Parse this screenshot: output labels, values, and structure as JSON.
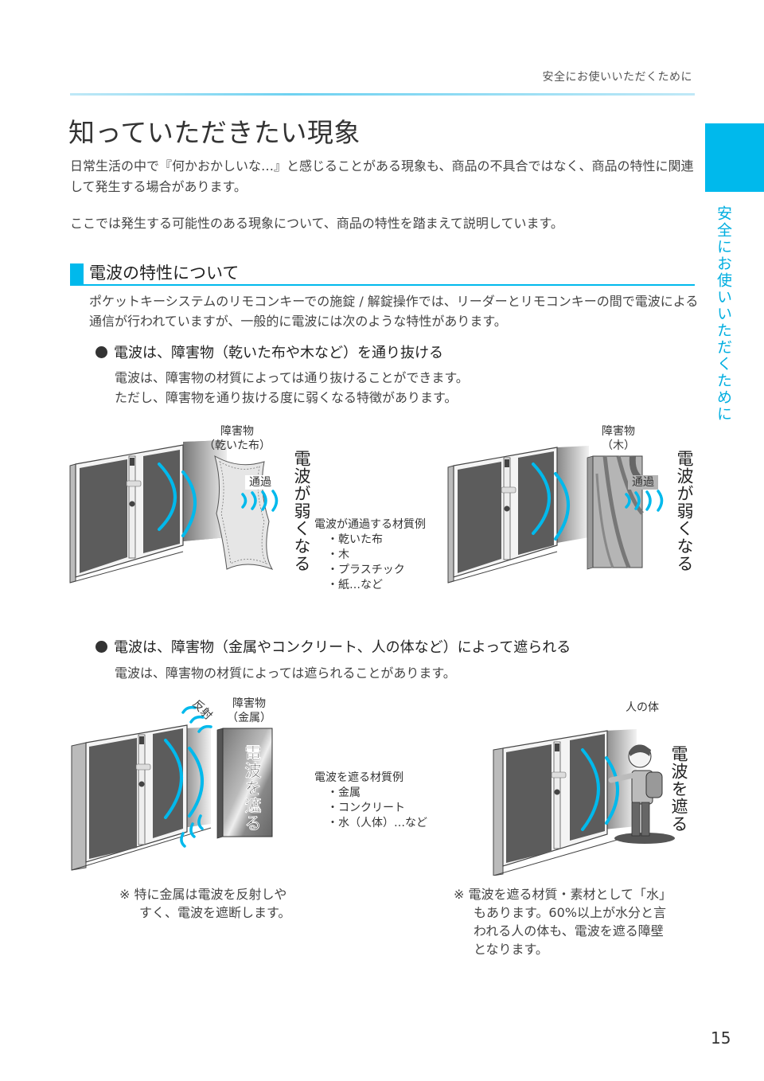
{
  "header": {
    "running_title": "安全にお使いいただくために",
    "side_tab_label": "安全にお使いいただくために",
    "accent_color": "#00b9ec"
  },
  "page": {
    "title": "知っていただきたい現象",
    "intro_1": "日常生活の中で『何かおかしいな…』と感じることがある現象も、商品の不具合ではなく、商品の特性に関連して発生する場合があります。",
    "intro_2": "ここでは発生する可能性のある現象について、商品の特性を踏まえて説明しています。",
    "page_number": "15"
  },
  "section": {
    "title": "電波の特性について",
    "description": "ポケットキーシステムのリモコンキーでの施錠 / 解錠操作では、リーダーとリモコンキーの間で電波による通信が行われていますが、一般的に電波には次のような特性があります。",
    "points": [
      {
        "heading": "電波は、障害物（乾いた布や木など）を通り抜ける",
        "text_1": "電波は、障害物の材質によっては通り抜けることができます。",
        "text_2": "ただし、障害物を通り抜ける度に弱くなる特徴があります。",
        "figures": [
          {
            "obstacle_label": "障害物",
            "obstacle_type": "（乾いた布）",
            "pass_label": "通過",
            "result": "電波が弱くなる"
          },
          {
            "obstacle_label": "障害物",
            "obstacle_type": "（木）",
            "pass_label": "通過",
            "result": "電波が弱くなる"
          }
        ],
        "materials_title": "電波が通過する材質例",
        "materials": [
          "・乾いた布",
          "・木",
          "・プラスチック",
          "・紙…など"
        ]
      },
      {
        "heading": "電波は、障害物（金属やコンクリート、人の体など）によって遮られる",
        "text_1": "電波は、障害物の材質によっては遮られることがあります。",
        "figures": [
          {
            "obstacle_label": "障害物",
            "obstacle_type": "（金属）",
            "reflect_label": "反射",
            "result": "電波を遮る"
          },
          {
            "obstacle_label": "人の体",
            "result": "電波を遮る"
          }
        ],
        "materials_title": "電波を遮る材質例",
        "materials": [
          "・金属",
          "・コンクリート",
          "・水（人体）…など"
        ],
        "note_left_1": "※ 特に金属は電波を反射しや",
        "note_left_2": "すく、電波を遮断します。",
        "note_right_1": "※ 電波を遮る材質・素材として「水」",
        "note_right_2": "もあります。60%以上が水分と言",
        "note_right_3": "われる人の体も、電波を遮る障壁",
        "note_right_4": "となります。"
      }
    ]
  }
}
